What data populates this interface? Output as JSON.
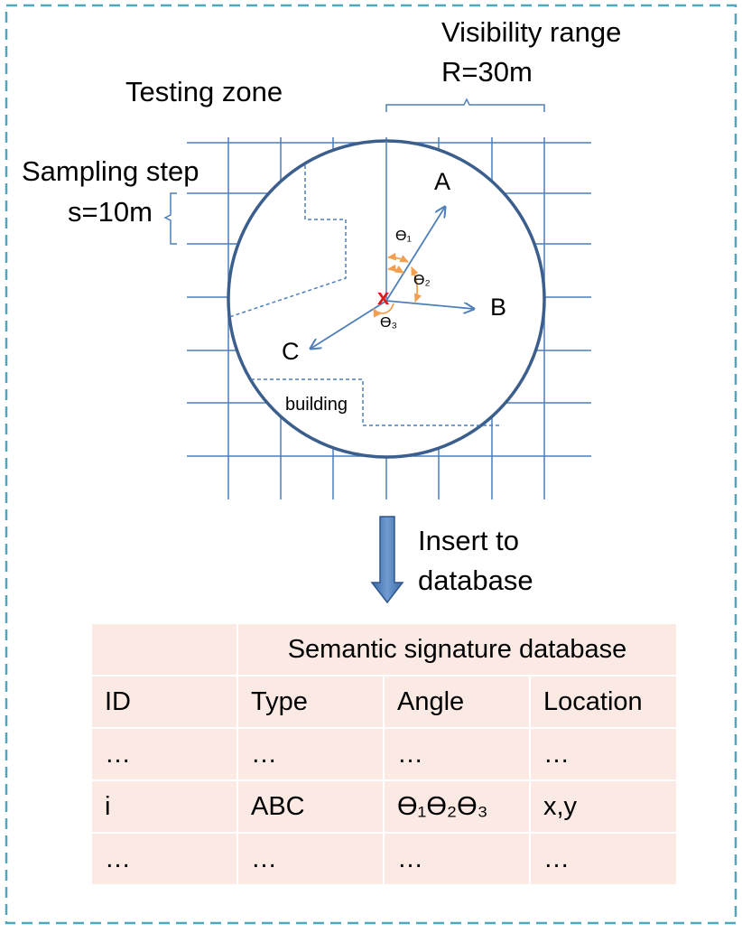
{
  "labels": {
    "visibility_range": "Visibility range",
    "visibility_value": "R=30m",
    "testing_zone": "Testing zone",
    "sampling_step": "Sampling step",
    "sampling_value": "s=10m",
    "point_a": "A",
    "point_b": "B",
    "point_c": "C",
    "theta1": "ϴ₁",
    "theta2": "ϴ₂",
    "theta3": "ϴ₃",
    "user_mark": "x",
    "building": "building",
    "insert_line1": "Insert to",
    "insert_line2": "database"
  },
  "table": {
    "title": "Semantic signature database",
    "headers": [
      "ID",
      "Type",
      "Angle",
      "Location"
    ],
    "rows": [
      [
        "…",
        "…",
        "…",
        "…"
      ],
      [
        "i",
        "ABC",
        "ϴ₁ϴ₂ϴ₃",
        "x,y"
      ],
      [
        "…",
        "…",
        "…",
        "…"
      ]
    ]
  },
  "colors": {
    "grid": "#4f7fba",
    "circle": "#3b5e8c",
    "arrow": "#4f7fba",
    "angle_arc": "#f0a050",
    "user_mark": "#e01818",
    "frame": "#4aa8bf",
    "down_arrow": "#4a78b8",
    "table_fill": "#fbe9e3"
  }
}
